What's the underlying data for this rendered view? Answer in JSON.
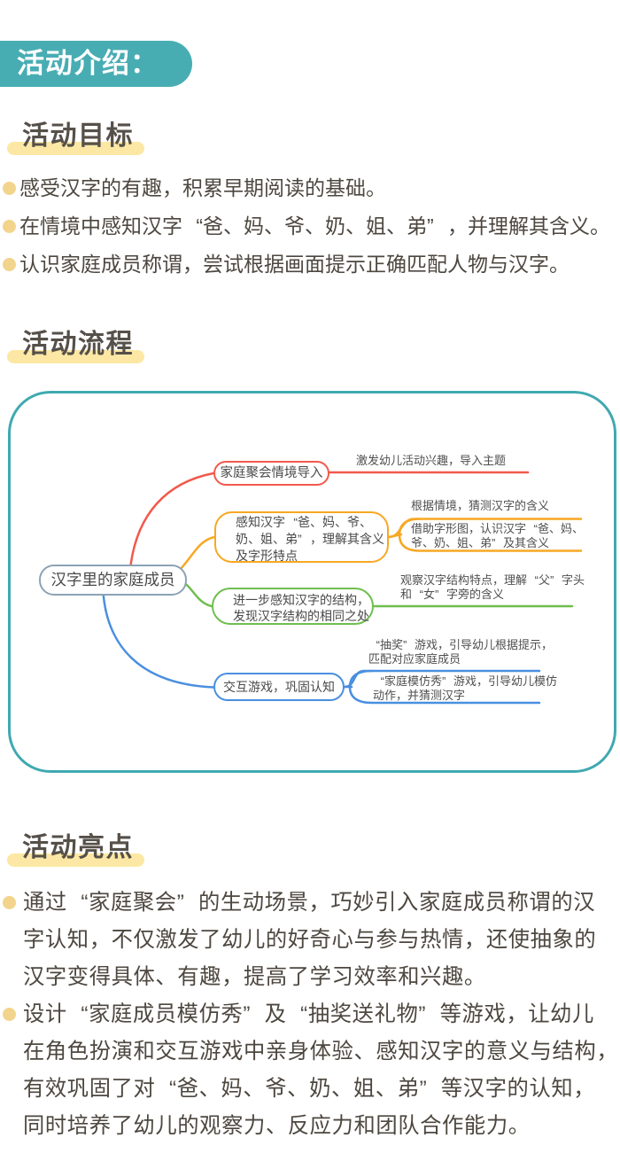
{
  "palette": {
    "teal": "#48ADB3",
    "teal_border": "#3FA9B0",
    "yellow_hl": "#FCE8A4",
    "bullet": "#F2D48C",
    "red": "#F2594C",
    "orange": "#F7A823",
    "green": "#6FBE4F",
    "blue": "#4A8FE0",
    "root_border": "#8CA3B5"
  },
  "banner": {
    "title": "活动介绍："
  },
  "goals": {
    "heading": "活动目标",
    "items": [
      "感受汉字的有趣，积累早期阅读的基础。",
      "在情境中感知汉字“爸、妈、爷、奶、姐、弟”，并理解其含义。",
      "认识家庭成员称谓，尝试根据画面提示正确匹配人物与汉字。"
    ]
  },
  "flow": {
    "heading": "活动流程"
  },
  "mindmap": {
    "root": "汉字里的家庭成员",
    "branch1": {
      "node": "家庭聚会情境导入",
      "detail": "激发幼儿活动兴趣，导入主题"
    },
    "branch2": {
      "node": "感知汉字“爸、妈、爷、\n奶、姐、弟”，理解其含义\n及字形特点",
      "detail1": "根据情境，猜测汉字的含义",
      "detail2": "借助字形图，认识汉字“爸、妈、\n爷、奶、姐、弟”及其含义"
    },
    "branch3": {
      "node": "进一步感知汉字的结构，\n发现汉字结构的相同之处",
      "detail": "观察汉字结构特点，理解“父”字头\n和“女”字旁的含义"
    },
    "branch4": {
      "node": "交互游戏，巩固认知",
      "detail1": "“抽奖”游戏，引导幼儿根据提示，\n匹配对应家庭成员",
      "detail2": "“家庭模仿秀”游戏，引导幼儿模仿\n动作，并猜测汉字"
    }
  },
  "highlights": {
    "heading": "活动亮点",
    "items": [
      "通过“家庭聚会”的生动场景，巧妙引入家庭成员称谓的汉\n字认知，不仅激发了幼儿的好奇心与参与热情，还使抽象的\n汉字变得具体、有趣，提高了学习效率和兴趣。",
      "设计“家庭成员模仿秀”及“抽奖送礼物”等游戏，让幼儿\n在角色扮演和交互游戏中亲身体验、感知汉字的意义与结构，\n有效巩固了对“爸、妈、爷、奶、姐、弟”等汉字的认知，\n同时培养了幼儿的观察力、反应力和团队合作能力。"
    ]
  }
}
